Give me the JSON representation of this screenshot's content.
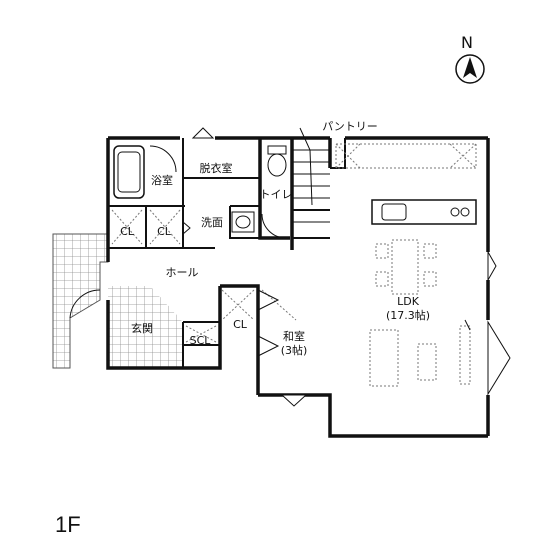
{
  "north": {
    "letter": "N",
    "icon": "north-arrow-icon"
  },
  "floor": "1F",
  "rooms": {
    "bath": "浴室",
    "dressing": "脱衣室",
    "toilet": "トイレ",
    "pantry": "パントリー",
    "washroom": "洗面",
    "cl1": "CL",
    "cl2": "CL",
    "hall": "ホール",
    "entrance": "玄関",
    "scl": "SCL",
    "cl3": "CL",
    "washitsu_name": "和室",
    "washitsu_size": "(3帖)",
    "ldk_name": "LDK",
    "ldk_size": "(17.3帖)"
  },
  "colors": {
    "wall": "#111111",
    "tile": "#a8a8a8",
    "entrance_tile": "#b8b8b8",
    "dashed": "#777777"
  }
}
